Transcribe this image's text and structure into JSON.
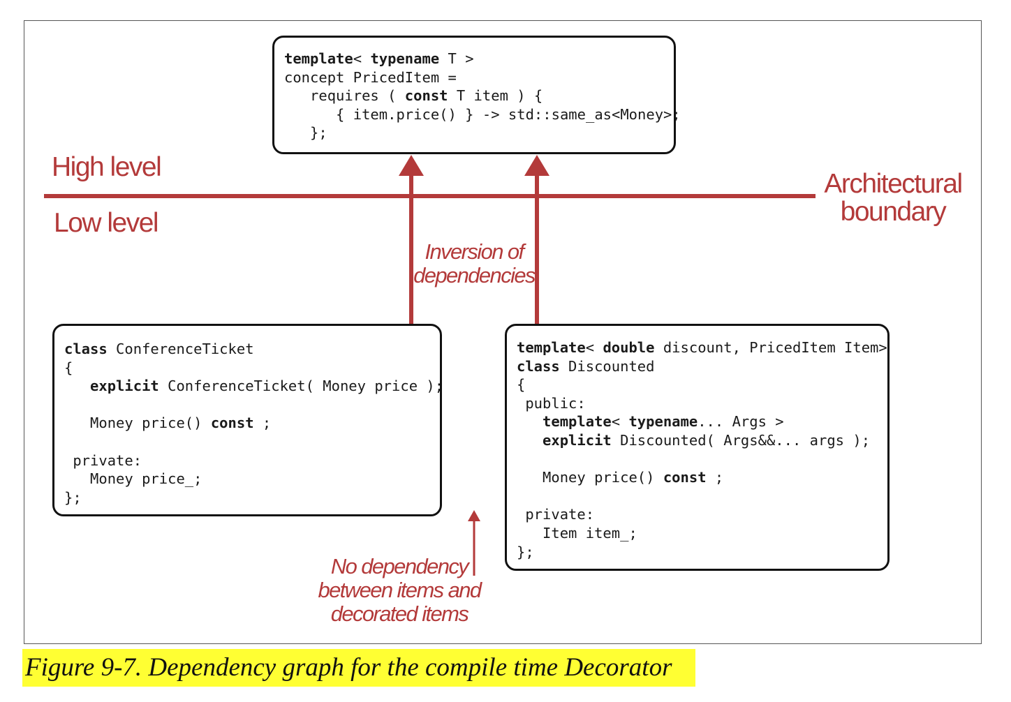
{
  "diagram": {
    "concept_box": {
      "lines": [
        [
          {
            "t": "template",
            "b": true
          },
          {
            "t": "< "
          },
          {
            "t": "typename",
            "b": true
          },
          {
            "t": " T >"
          }
        ],
        [
          {
            "t": "concept PricedItem ="
          }
        ],
        [
          {
            "t": "   requires ( "
          },
          {
            "t": "const",
            "b": true
          },
          {
            "t": " T item ) {"
          }
        ],
        [
          {
            "t": "      { item.price() } -> std::same_as<Money>;"
          }
        ],
        [
          {
            "t": "   };"
          }
        ]
      ]
    },
    "ticket_box": {
      "lines": [
        [
          {
            "t": "class",
            "b": true
          },
          {
            "t": " ConferenceTicket"
          }
        ],
        [
          {
            "t": "{"
          }
        ],
        [
          {
            "t": "   "
          },
          {
            "t": "explicit",
            "b": true
          },
          {
            "t": " ConferenceTicket( Money price );"
          }
        ],
        [
          {
            "t": ""
          }
        ],
        [
          {
            "t": "   Money price() "
          },
          {
            "t": "const",
            "b": true
          },
          {
            "t": " ;"
          }
        ],
        [
          {
            "t": ""
          }
        ],
        [
          {
            "t": " private:"
          }
        ],
        [
          {
            "t": "   Money price_;"
          }
        ],
        [
          {
            "t": "};"
          }
        ]
      ]
    },
    "discounted_box": {
      "lines": [
        [
          {
            "t": "template",
            "b": true
          },
          {
            "t": "< "
          },
          {
            "t": "double",
            "b": true
          },
          {
            "t": " discount, PricedItem Item>"
          }
        ],
        [
          {
            "t": "class",
            "b": true
          },
          {
            "t": " Discounted"
          }
        ],
        [
          {
            "t": "{"
          }
        ],
        [
          {
            "t": " public:"
          }
        ],
        [
          {
            "t": "   "
          },
          {
            "t": "template",
            "b": true
          },
          {
            "t": "< "
          },
          {
            "t": "typename",
            "b": true
          },
          {
            "t": "... Args >"
          }
        ],
        [
          {
            "t": "   "
          },
          {
            "t": "explicit",
            "b": true
          },
          {
            "t": " Discounted( Args&&... args );"
          }
        ],
        [
          {
            "t": ""
          }
        ],
        [
          {
            "t": "   Money price() "
          },
          {
            "t": "const",
            "b": true
          },
          {
            "t": " ;"
          }
        ],
        [
          {
            "t": ""
          }
        ],
        [
          {
            "t": " private:"
          }
        ],
        [
          {
            "t": "   Item item_;"
          }
        ],
        [
          {
            "t": "};"
          }
        ]
      ]
    },
    "labels": {
      "high_level": "High level",
      "low_level": "Low level",
      "boundary_line1": "Architectural",
      "boundary_line2": "boundary",
      "inversion_line1": "Inversion of",
      "inversion_line2": "dependencies",
      "nodep_line1": "No dependency",
      "nodep_line2": "between items and",
      "nodep_line3": "decorated items"
    },
    "colors": {
      "accent": "#b33a3a",
      "box_border": "#111111",
      "caption_highlight": "#ffff33"
    }
  },
  "caption": "Figure 9-7. Dependency graph for the compile time Decorator"
}
